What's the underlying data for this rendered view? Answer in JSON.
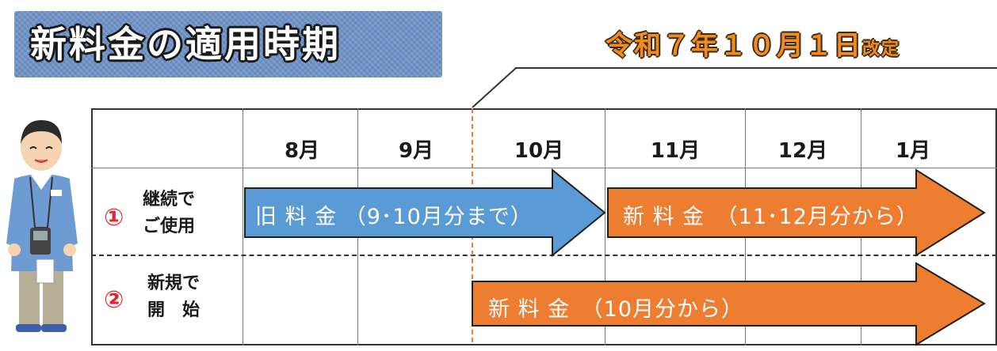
{
  "banner": {
    "title": "新料金の適用時期"
  },
  "revision": {
    "main": "令和７年１０月１日",
    "suffix": "改定"
  },
  "months": [
    "8月",
    "9月",
    "10月",
    "11月",
    "12月",
    "1月"
  ],
  "rows": [
    {
      "number": "①",
      "label_line1": "継続で",
      "label_line2": "ご使用"
    },
    {
      "number": "②",
      "label_line1": "新規で",
      "label_line2": "開　始"
    }
  ],
  "arrows": {
    "old_fee": "旧 料 金 （9･10月分まで）",
    "new_fee_continuing": "新 料 金　（11･12月分から）",
    "new_fee_new": "新 料 金　（10月分から）"
  },
  "colors": {
    "old_fee_arrow": "#5b9bd5",
    "new_fee_arrow": "#ed7d31",
    "revision_text": "#f28a1e",
    "row_number": "#e8232a",
    "banner": "#6f93c7"
  }
}
